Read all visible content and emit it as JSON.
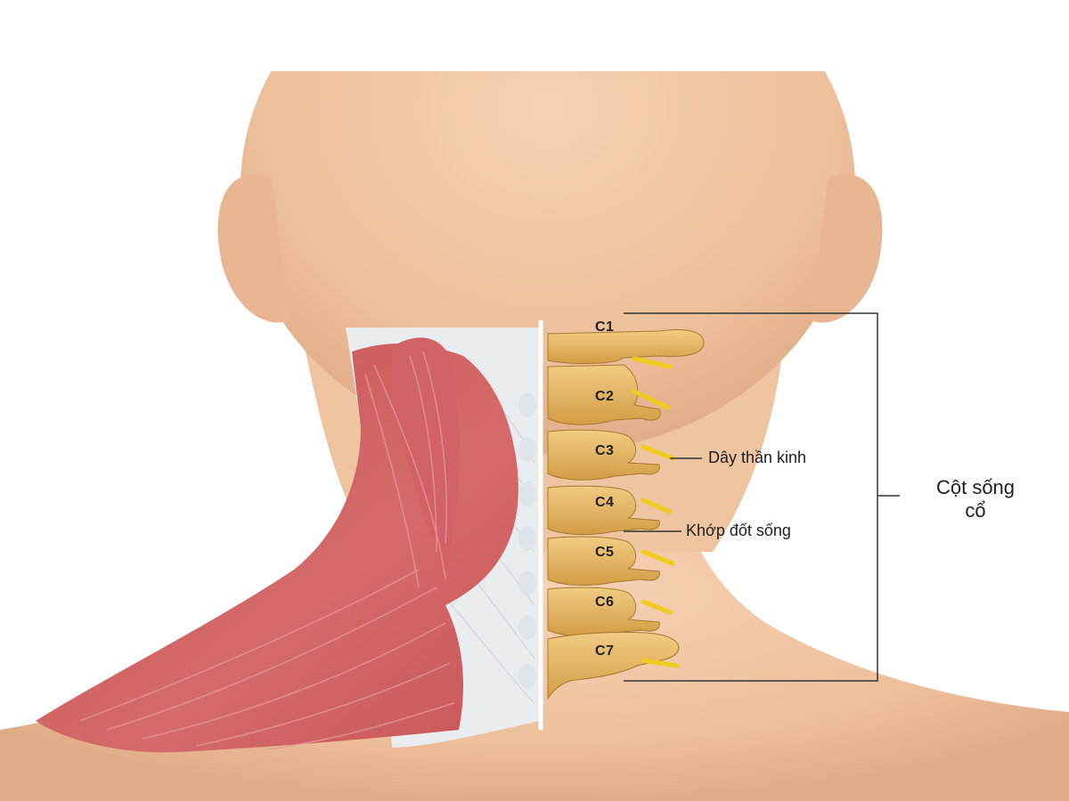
{
  "vertebrae": [
    {
      "label": "C1"
    },
    {
      "label": "C2"
    },
    {
      "label": "C3"
    },
    {
      "label": "C4"
    },
    {
      "label": "C5"
    },
    {
      "label": "C6"
    },
    {
      "label": "C7"
    }
  ],
  "callouts": {
    "nerve": "Dây thần kinh",
    "facet_joint": "Khớp đốt sống"
  },
  "group_label": {
    "line1": "Cột sống",
    "line2": "cổ"
  },
  "colors": {
    "background": "#ffffff",
    "skin": "#f1c7a4",
    "skin_shadow": "#dca784",
    "muscle": "#c85a5c",
    "muscle_light": "#e48d88",
    "tendon": "#e8ecef",
    "bone": "#e2b25e",
    "bone_dark": "#b9852f",
    "nerve": "#f2d21a",
    "leader_line": "#333333"
  }
}
